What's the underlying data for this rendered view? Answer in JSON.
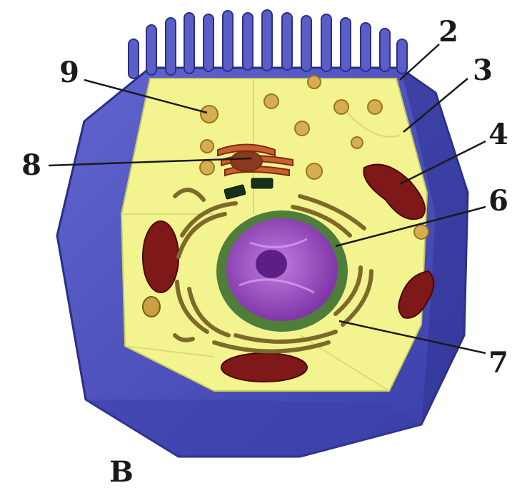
{
  "labels": {
    "l2": "2",
    "l3": "3",
    "l4": "4",
    "l6": "6",
    "l7": "7",
    "l8": "8",
    "l9": "9"
  },
  "caption": "B",
  "colors": {
    "membrane": "#4b4fbd",
    "membrane_dark": "#33379a",
    "cytoplasm": "#f3f490",
    "nucleus": "#8a3fb0",
    "nucleolus": "#5b1f86",
    "nuclear_envelope": "#4f7d3a",
    "mitochondria": "#7f1818",
    "golgi": "#c0552a",
    "er": "#8a7a3a",
    "vesicle": "#c9a042"
  },
  "icons": [
    "cell-diagram",
    "microvilli",
    "nucleus",
    "mitochondrion",
    "golgi-apparatus",
    "endoplasmic-reticulum",
    "centrioles",
    "vesicle"
  ]
}
